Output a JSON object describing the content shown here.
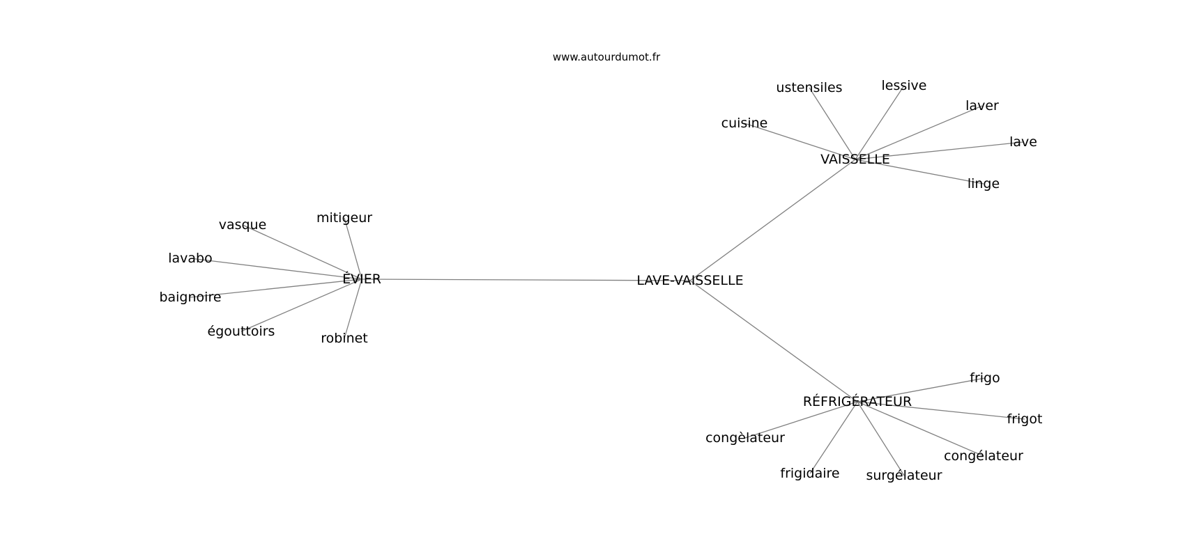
{
  "source": "www.autourdumot.fr",
  "colors": {
    "edge": "#808080",
    "text": "#000000",
    "background": "#ffffff"
  },
  "nodes": [
    {
      "id": "lave-vaisselle",
      "label": "LAVE-VAISSELLE"
    },
    {
      "id": "evier",
      "label": "ÉVIER"
    },
    {
      "id": "vaisselle",
      "label": "VAISSELLE"
    },
    {
      "id": "refrigerateur",
      "label": "RÉFRIGÉRATEUR"
    },
    {
      "id": "mitigeur",
      "label": "mitigeur"
    },
    {
      "id": "vasque",
      "label": "vasque"
    },
    {
      "id": "lavabo",
      "label": "lavabo"
    },
    {
      "id": "baignoire",
      "label": "baignoire"
    },
    {
      "id": "egouttoirs",
      "label": "égouttoirs"
    },
    {
      "id": "robinet",
      "label": "robinet"
    },
    {
      "id": "ustensiles",
      "label": "ustensiles"
    },
    {
      "id": "lessive",
      "label": "lessive"
    },
    {
      "id": "laver",
      "label": "laver"
    },
    {
      "id": "cuisine",
      "label": "cuisine"
    },
    {
      "id": "lave",
      "label": "lave"
    },
    {
      "id": "linge",
      "label": "linge"
    },
    {
      "id": "frigo",
      "label": "frigo"
    },
    {
      "id": "frigot",
      "label": "frigot"
    },
    {
      "id": "congelateur-grave",
      "label": "congèlateur"
    },
    {
      "id": "congelateur",
      "label": "congélateur"
    },
    {
      "id": "frigidaire",
      "label": "frigidaire"
    },
    {
      "id": "surgelateur",
      "label": "surgélateur"
    }
  ],
  "edges": [
    [
      "lave-vaisselle",
      "evier"
    ],
    [
      "lave-vaisselle",
      "vaisselle"
    ],
    [
      "lave-vaisselle",
      "refrigerateur"
    ],
    [
      "evier",
      "mitigeur"
    ],
    [
      "evier",
      "vasque"
    ],
    [
      "evier",
      "lavabo"
    ],
    [
      "evier",
      "baignoire"
    ],
    [
      "evier",
      "egouttoirs"
    ],
    [
      "evier",
      "robinet"
    ],
    [
      "vaisselle",
      "ustensiles"
    ],
    [
      "vaisselle",
      "lessive"
    ],
    [
      "vaisselle",
      "laver"
    ],
    [
      "vaisselle",
      "cuisine"
    ],
    [
      "vaisselle",
      "lave"
    ],
    [
      "vaisselle",
      "linge"
    ],
    [
      "refrigerateur",
      "frigo"
    ],
    [
      "refrigerateur",
      "frigot"
    ],
    [
      "refrigerateur",
      "congelateur-grave"
    ],
    [
      "refrigerateur",
      "congelateur"
    ],
    [
      "refrigerateur",
      "frigidaire"
    ],
    [
      "refrigerateur",
      "surgelateur"
    ]
  ]
}
